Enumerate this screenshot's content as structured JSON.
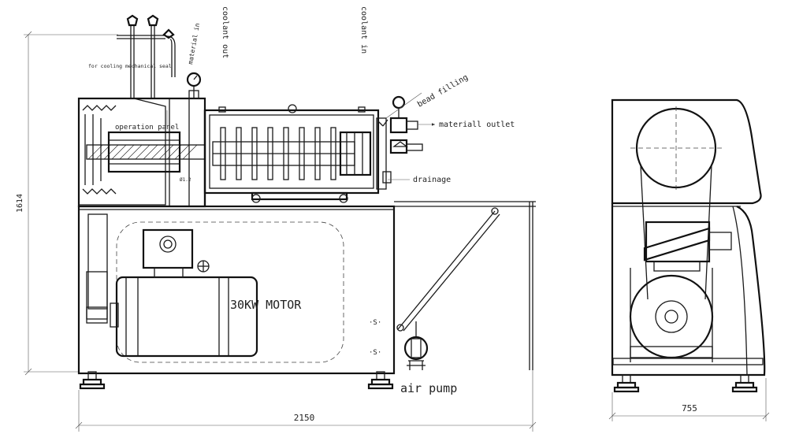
{
  "labels": {
    "cooling_seal": "for cooling mechanical seal",
    "material_in": "material in",
    "coolant_out": "coolant out",
    "coolant_in": "coolant in",
    "bead_filling": "bead filling",
    "material_outlet": "materiall outlet",
    "operation_panel": "operation panel",
    "drainage": "drainage",
    "motor": "30KW MOTOR",
    "air_pump": "air pump",
    "small_code": "Ø1.2"
  },
  "dimensions": {
    "height": "1614",
    "length": "2150",
    "width": "755"
  },
  "colors": {
    "line": "#1a1a1a",
    "background": "#ffffff"
  }
}
